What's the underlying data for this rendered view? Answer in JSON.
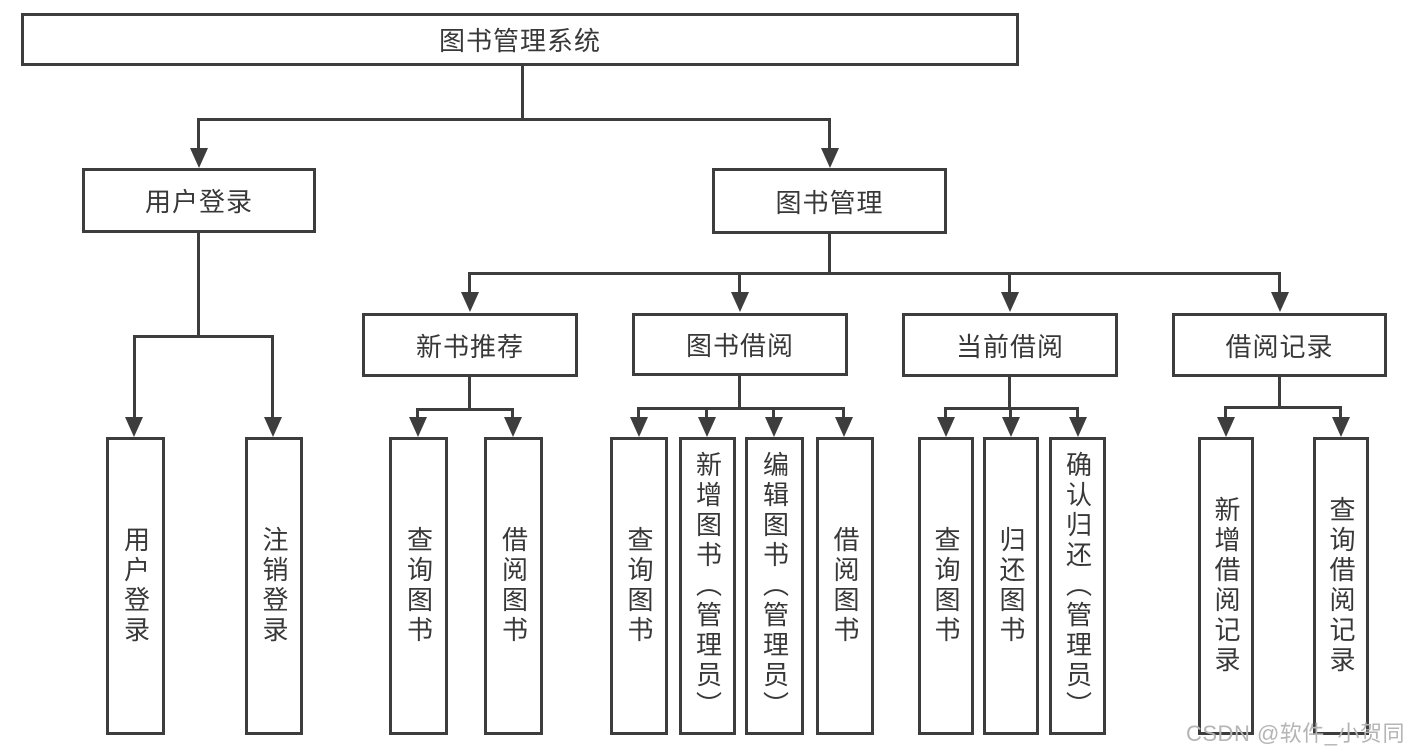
{
  "diagram": {
    "root": {
      "label": "图书管理系统"
    },
    "branches": [
      {
        "label": "用户登录",
        "children": [
          {
            "label": "用户登录"
          },
          {
            "label": "注销登录"
          }
        ]
      },
      {
        "label": "图书管理",
        "children": [
          {
            "label": "新书推荐",
            "children": [
              {
                "label": "查询图书"
              },
              {
                "label": "借阅图书"
              }
            ]
          },
          {
            "label": "图书借阅",
            "children": [
              {
                "label": "查询图书"
              },
              {
                "label": "新增图书（管理员）"
              },
              {
                "label": "编辑图书（管理员）"
              },
              {
                "label": "借阅图书"
              }
            ]
          },
          {
            "label": "当前借阅",
            "children": [
              {
                "label": "查询图书"
              },
              {
                "label": "归还图书"
              },
              {
                "label": "确认归还（管理员）"
              }
            ]
          },
          {
            "label": "借阅记录",
            "children": [
              {
                "label": "新增借阅记录"
              },
              {
                "label": "查询借阅记录"
              }
            ]
          }
        ]
      }
    ],
    "watermark": {
      "text": "CSDN @软件_小贺同学"
    },
    "colors": {
      "line": "#3d3d3d",
      "text": "#383838",
      "background": "#ffffff",
      "watermark": "#b5b5b5"
    }
  }
}
